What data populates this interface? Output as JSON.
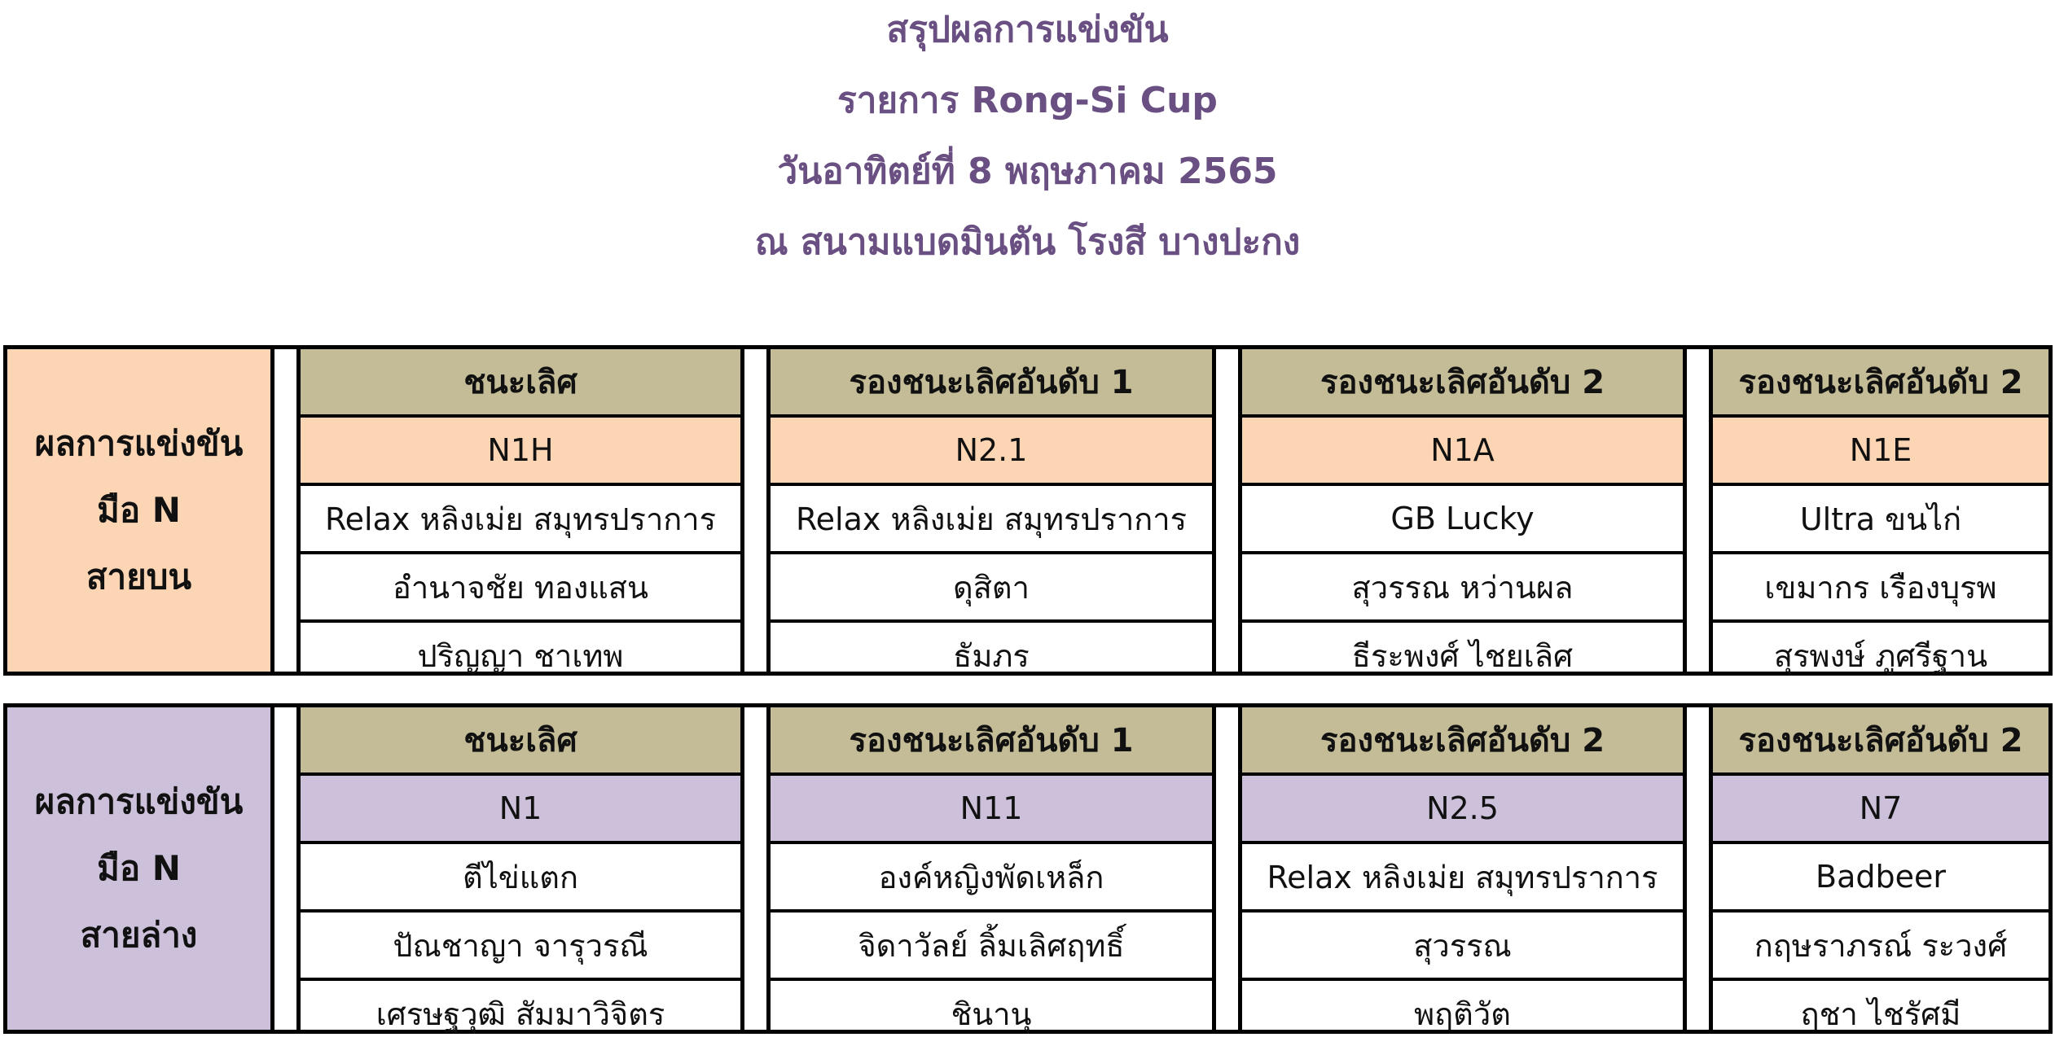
{
  "header": {
    "line1": "สรุปผลการแข่งขัน",
    "line2": "รายการ Rong-Si Cup",
    "line3": "วันอาทิตย์ที่ 8 พฤษภาคม 2565",
    "line4": "ณ สนามแบดมินตัน โรงสี บางปะกง"
  },
  "colors": {
    "title": "#6a4f82",
    "header_cell": "#c4bc97",
    "upper_accent": "#fcd5b5",
    "lower_accent": "#ccc0da"
  },
  "upper": {
    "label1": "ผลการแข่งขัน",
    "label2": "มือ N",
    "label3": "สายบน",
    "columns": [
      {
        "rank": "ชนะเลิศ",
        "team": "N1H",
        "club": "Relax หลิงเม่ย สมุทรปราการ",
        "player1": "อำนาจชัย ทองแสน",
        "player2": "ปริญญา ชาเทพ"
      },
      {
        "rank": "รองชนะเลิศอันดับ 1",
        "team": "N2.1",
        "club": "Relax หลิงเม่ย สมุทรปราการ",
        "player1": "ดุสิตา",
        "player2": "ธัมภร"
      },
      {
        "rank": "รองชนะเลิศอันดับ 2",
        "team": "N1A",
        "club": "GB Lucky",
        "player1": "สุวรรณ หว่านผล",
        "player2": "ธีระพงศ์ ไชยเลิศ"
      },
      {
        "rank": "รองชนะเลิศอันดับ 2",
        "team": "N1E",
        "club": "Ultra ขนไก่",
        "player1": "เขมากร เรืองบุรพ",
        "player2": "สุรพงษ์ ภูศรีฐาน"
      }
    ]
  },
  "lower": {
    "label1": "ผลการแข่งขัน",
    "label2": "มือ N",
    "label3": "สายล่าง",
    "columns": [
      {
        "rank": "ชนะเลิศ",
        "team": "N1",
        "club": "ตีไข่แตก",
        "player1": "ปัณชาญา จารุวรณี",
        "player2": "เศรษฐวุฒิ สัมมาวิจิตร"
      },
      {
        "rank": "รองชนะเลิศอันดับ 1",
        "team": "N11",
        "club": "องค์หญิงพัดเหล็ก",
        "player1": "จิดาวัลย์ ลิ้มเลิศฤทธิ์",
        "player2": "ชินานุ"
      },
      {
        "rank": "รองชนะเลิศอันดับ 2",
        "team": "N2.5",
        "club": "Relax หลิงเม่ย สมุทรปราการ",
        "player1": "สุวรรณ",
        "player2": "พฤติวัต"
      },
      {
        "rank": "รองชนะเลิศอันดับ 2",
        "team": "N7",
        "club": "Badbeer",
        "player1": "กฤษราภรณ์ ระวงศ์",
        "player2": "ฤชา ไชรัศมี"
      }
    ]
  }
}
